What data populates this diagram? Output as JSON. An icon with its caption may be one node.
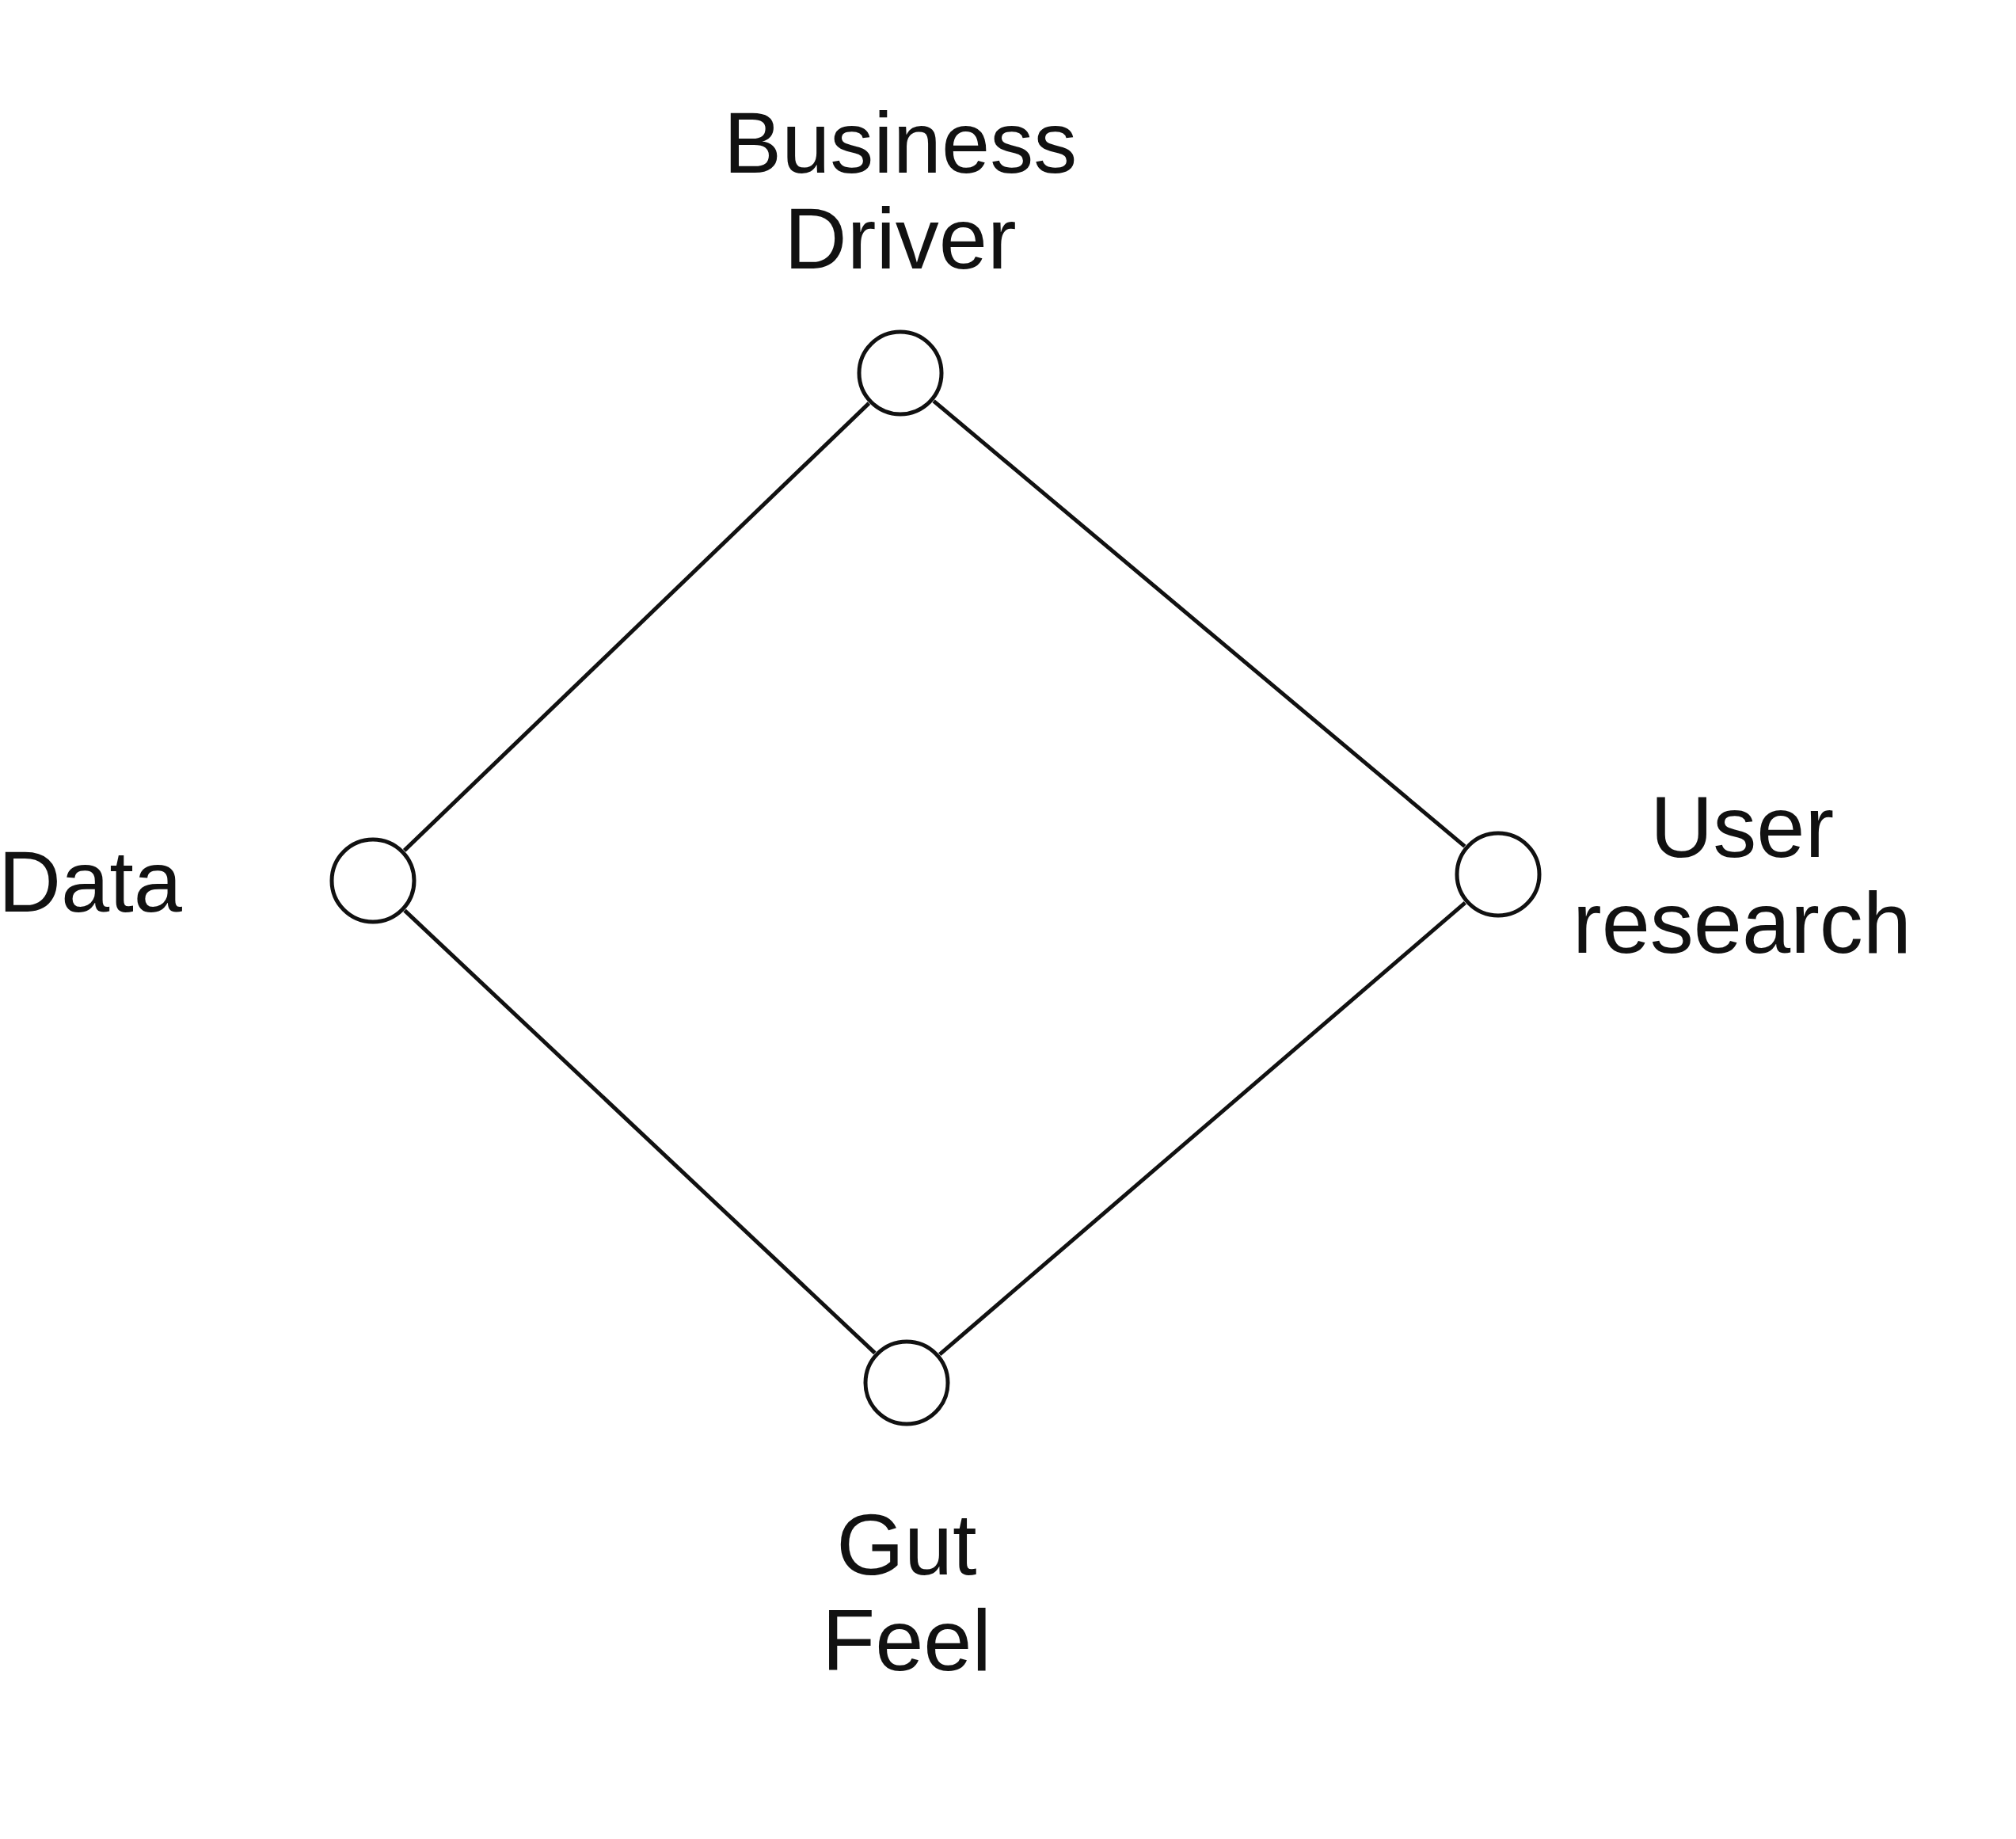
{
  "diagram": {
    "nodes": [
      {
        "text": [],
        "shape": "circle",
        "beside": [
          "Business Driver"
        ]
      },
      {
        "text": [],
        "shape": "circle",
        "beside": [
          "Data"
        ]
      },
      {
        "text": [],
        "shape": "circle",
        "beside": [
          "User research"
        ]
      },
      {
        "text": [],
        "shape": "circle",
        "beside": [
          "Gut Feel"
        ]
      }
    ],
    "edges": [
      {
        "from": 0,
        "to": 1,
        "arrow": "none"
      },
      {
        "from": 0,
        "to": 2,
        "arrow": "none"
      },
      {
        "from": 1,
        "to": 3,
        "arrow": "none"
      },
      {
        "from": 2,
        "to": 3,
        "arrow": "none"
      }
    ]
  }
}
